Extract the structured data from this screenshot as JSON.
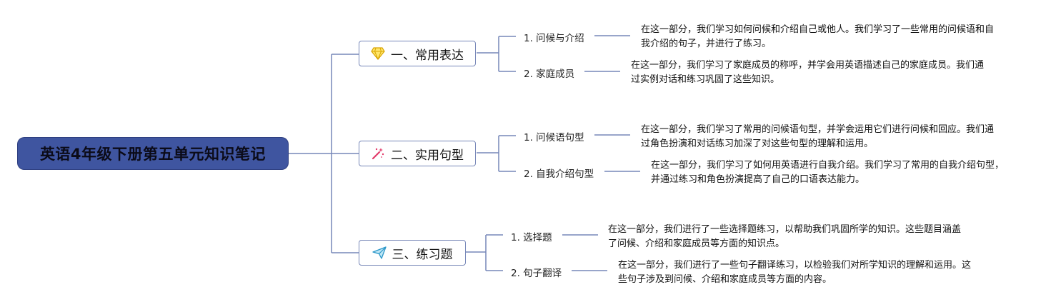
{
  "root": {
    "title": "英语4年级下册第五单元知识笔记"
  },
  "branches": [
    {
      "icon": "diamond-icon",
      "label": "一、常用表达",
      "children": [
        {
          "label": "1. 问候与介绍",
          "note": "在这一部分，我们学习如何问候和介绍自己或他人。我们学习了一些常用的问候语和自我介绍的句子，并进行了练习。"
        },
        {
          "label": "2. 家庭成员",
          "note": "在这一部分，我们学习了家庭成员的称呼，并学会用英语描述自己的家庭成员。我们通过实例对话和练习巩固了这些知识。"
        }
      ]
    },
    {
      "icon": "magic-wand-icon",
      "label": "二、实用句型",
      "children": [
        {
          "label": "1. 问候语句型",
          "note": "在这一部分，我们学习了常用的问候语句型，并学会运用它们进行问候和回应。我们通过角色扮演和对话练习加深了对这些句型的理解和运用。"
        },
        {
          "label": "2. 自我介绍句型",
          "note": "在这一部分，我们学习了如何用英语进行自我介绍。我们学习了常用的自我介绍句型，并通过练习和角色扮演提高了自己的口语表达能力。"
        }
      ]
    },
    {
      "icon": "paper-plane-icon",
      "label": "三、练习题",
      "children": [
        {
          "label": "1. 选择题",
          "note": "在这一部分，我们进行了一些选择题练习，以帮助我们巩固所学的知识。这些题目涵盖了问候、介绍和家庭成员等方面的知识点。"
        },
        {
          "label": "2. 句子翻译",
          "note": "在这一部分，我们进行了一些句子翻译练习，以检验我们对所学知识的理解和运用。这些句子涉及到问候、介绍和家庭成员等方面的内容。"
        }
      ]
    }
  ]
}
